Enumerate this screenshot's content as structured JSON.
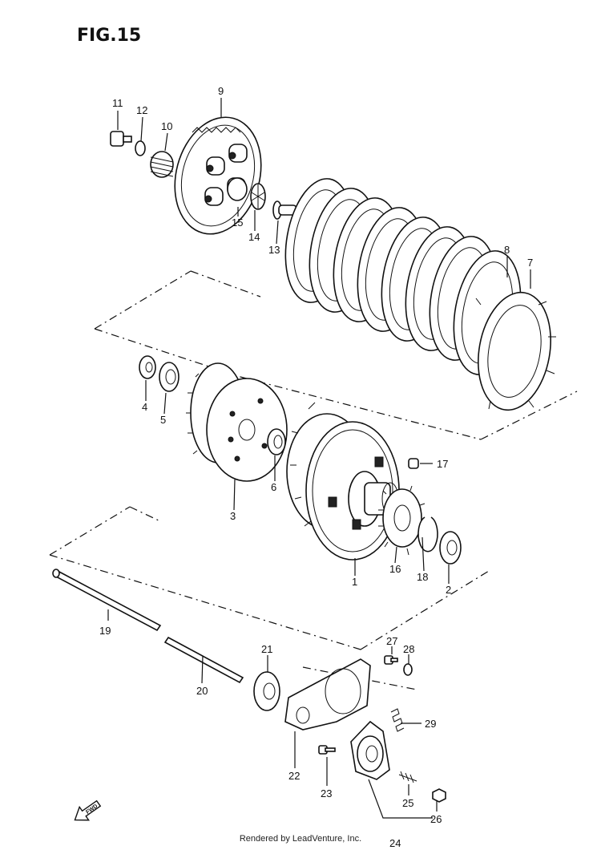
{
  "figure_title": "FIG.15",
  "footer_text": "Rendered by LeadVenture, Inc.",
  "fwd_label": "FWD",
  "callouts": {
    "c1": "1",
    "c2": "2",
    "c3": "3",
    "c4": "4",
    "c5": "5",
    "c6": "6",
    "c7": "7",
    "c8": "8",
    "c9": "9",
    "c10": "10",
    "c11": "11",
    "c12": "12",
    "c13": "13",
    "c14": "14",
    "c15": "15",
    "c16": "16",
    "c17": "17",
    "c18": "18",
    "c19": "19",
    "c20": "20",
    "c21": "21",
    "c22": "22",
    "c23": "23",
    "c24": "24",
    "c25": "25",
    "c26": "26",
    "c27": "27",
    "c28": "28",
    "c29": "29"
  }
}
